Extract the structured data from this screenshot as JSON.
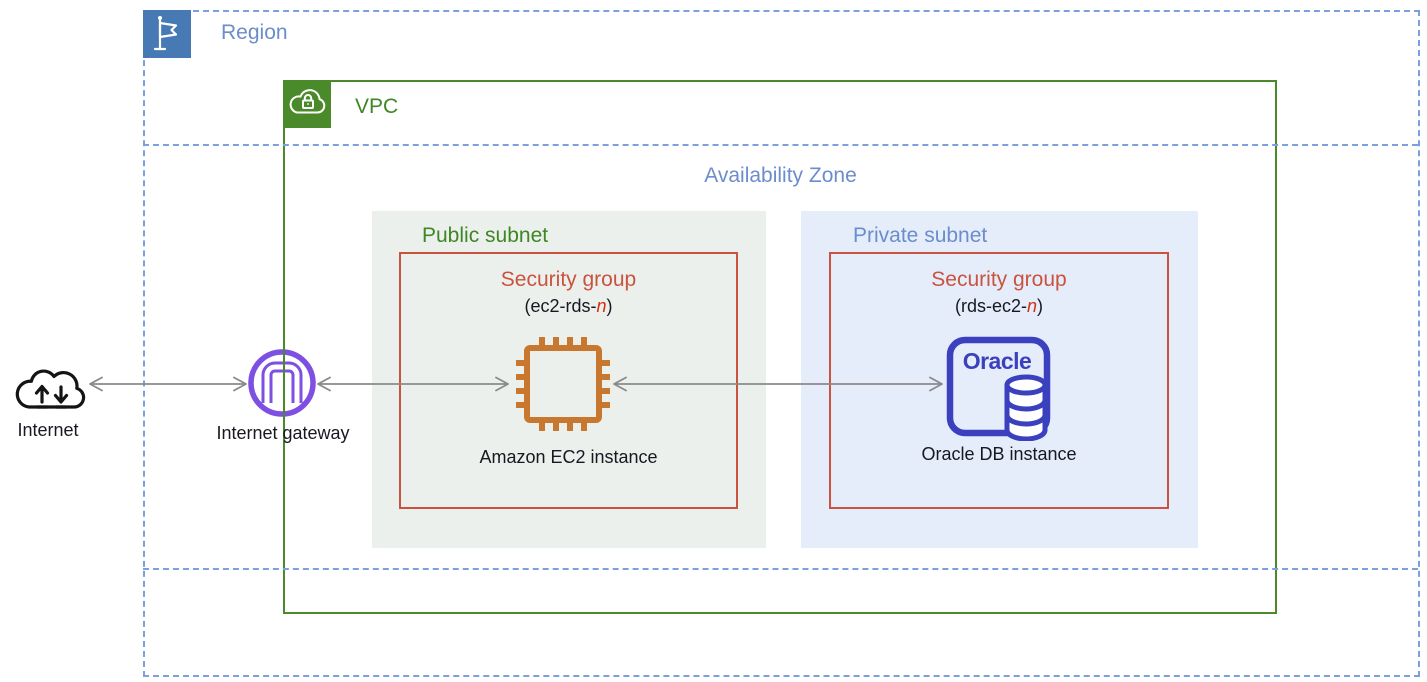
{
  "region": {
    "label": "Region"
  },
  "vpc": {
    "label": "VPC"
  },
  "availability_zone": {
    "label": "Availability Zone"
  },
  "public_subnet": {
    "label": "Public subnet",
    "security_group": {
      "title": "Security group",
      "name_prefix": "(ec2-rds-",
      "name_variable": "n",
      "name_suffix": ")"
    },
    "instance": {
      "label": "Amazon EC2 instance"
    }
  },
  "private_subnet": {
    "label": "Private subnet",
    "security_group": {
      "title": "Security group",
      "name_prefix": "(rds-ec2-",
      "name_variable": "n",
      "name_suffix": ")"
    },
    "instance": {
      "label": "Oracle DB instance",
      "logo_text": "Oracle"
    }
  },
  "internet": {
    "label": "Internet"
  },
  "internet_gateway": {
    "label": "Internet gateway"
  },
  "colors": {
    "region_blue": "#4779B4",
    "blue_label": "#6B8DCB",
    "dashed_blue": "#7CA0DE",
    "vpc_green": "#4B8A2B",
    "green_label": "#3F8624",
    "public_subnet_bg": "#ECF0ED",
    "private_subnet_bg": "#E5EDFA",
    "security_group_red": "#C9533F",
    "ec2_orange": "#C8782E",
    "oracle_indigo": "#3A40BE",
    "gateway_purple": "#7D4FE3",
    "arrow_gray": "#8A8A8A",
    "text_dark": "#16191F",
    "variable_red": "#D13212"
  }
}
